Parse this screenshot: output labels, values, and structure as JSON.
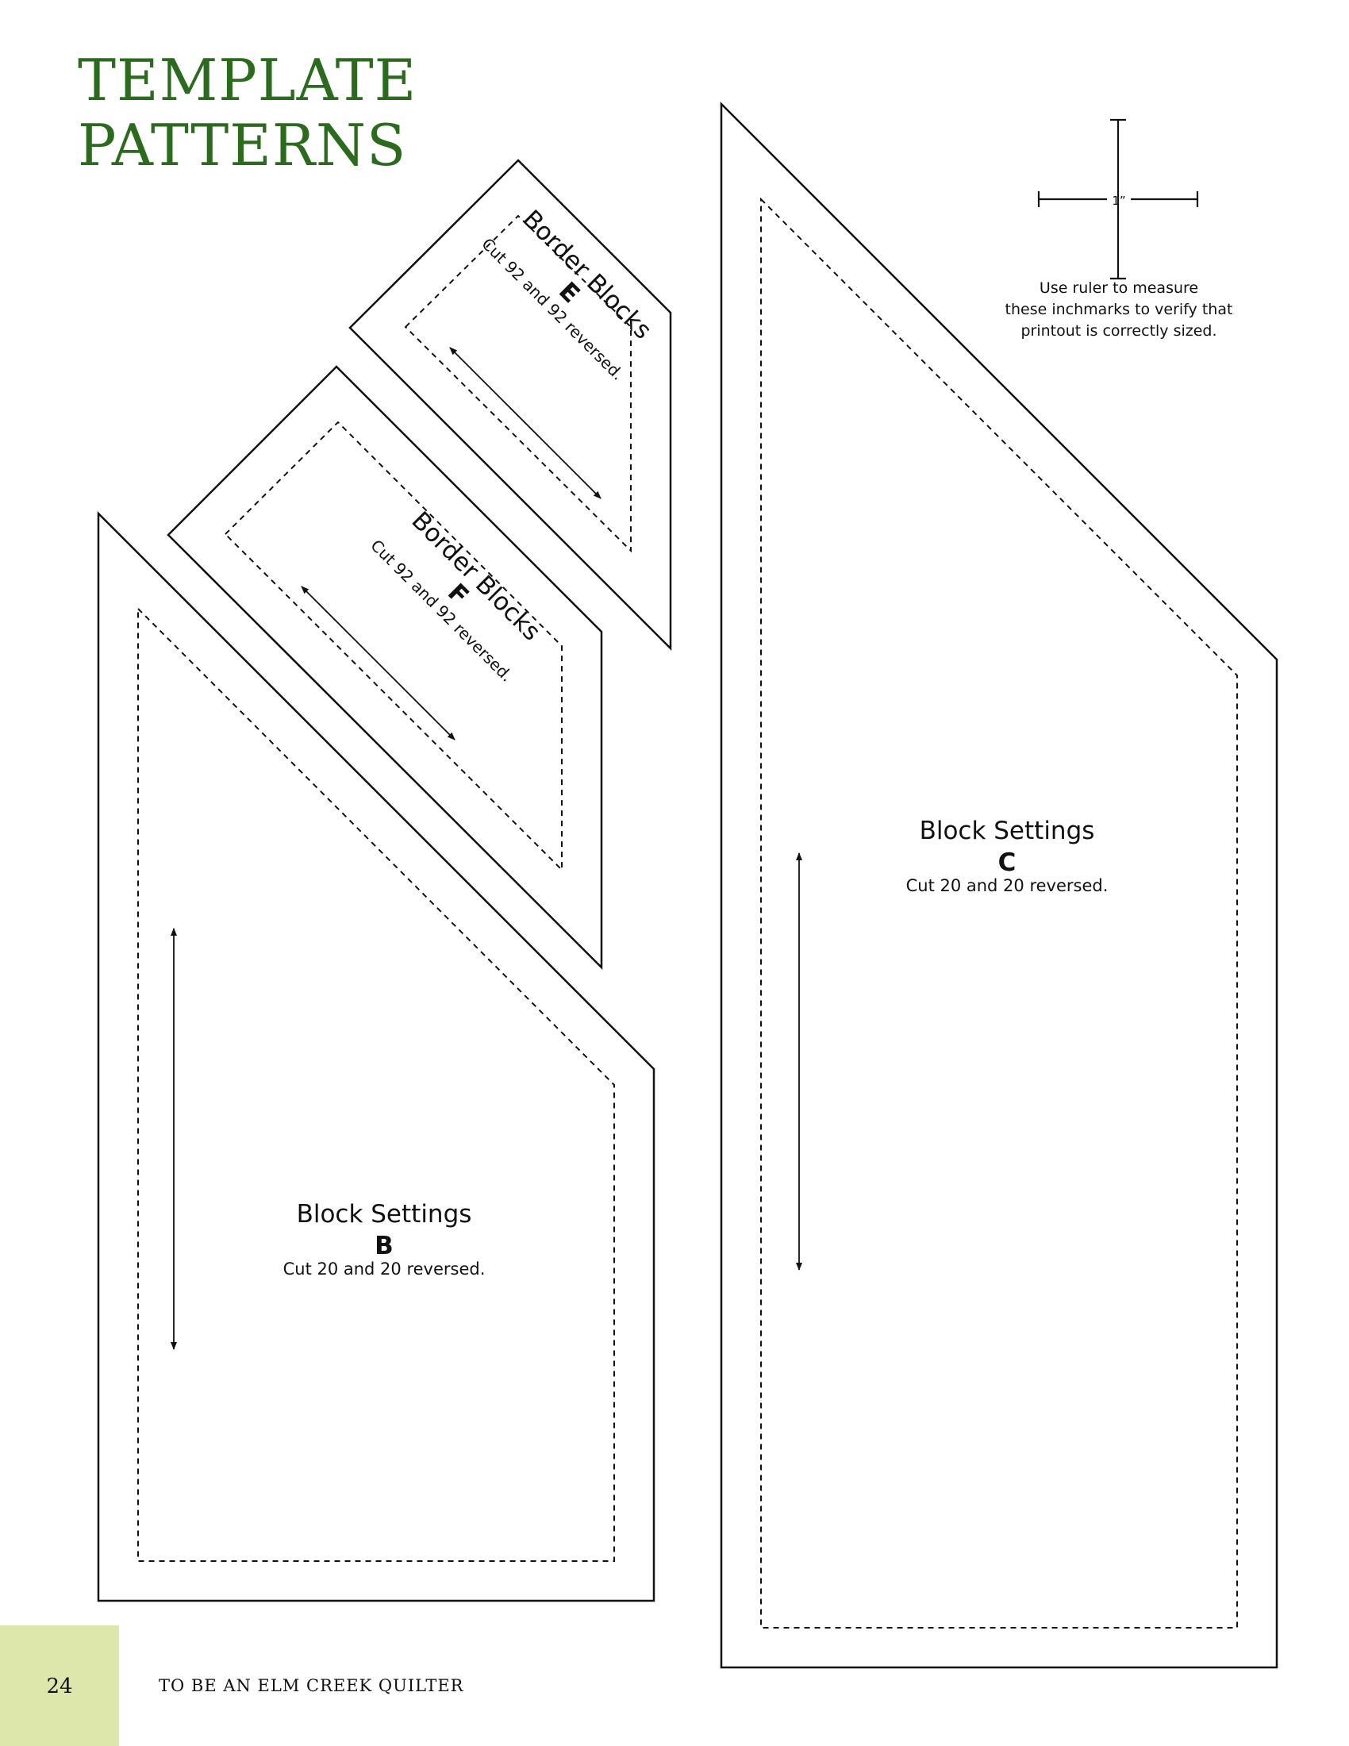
{
  "header": {
    "title_line1": "TEMPLATE",
    "title_line2": "PATTERNS",
    "title_color": "#2b6b1d"
  },
  "ruler": {
    "mark_label": "1”",
    "note": [
      "Use ruler to measure",
      "these inchmarks to verify that",
      "printout is correctly sized."
    ]
  },
  "templates": {
    "E": {
      "name": "Border Blocks",
      "letter": "E",
      "cut": "Cut 92 and 92 reversed."
    },
    "F": {
      "name": "Border Blocks",
      "letter": "F",
      "cut": "Cut 92 and 92 reversed."
    },
    "B": {
      "name": "Block Settings",
      "letter": "B",
      "cut": "Cut 20 and 20 reversed."
    },
    "C": {
      "name": "Block Settings",
      "letter": "C",
      "cut": "Cut 20 and 20 reversed."
    }
  },
  "footer": {
    "page_number": "24",
    "running_title": "TO BE AN ELM CREEK QUILTER",
    "accent_color": "#dde6ab"
  }
}
